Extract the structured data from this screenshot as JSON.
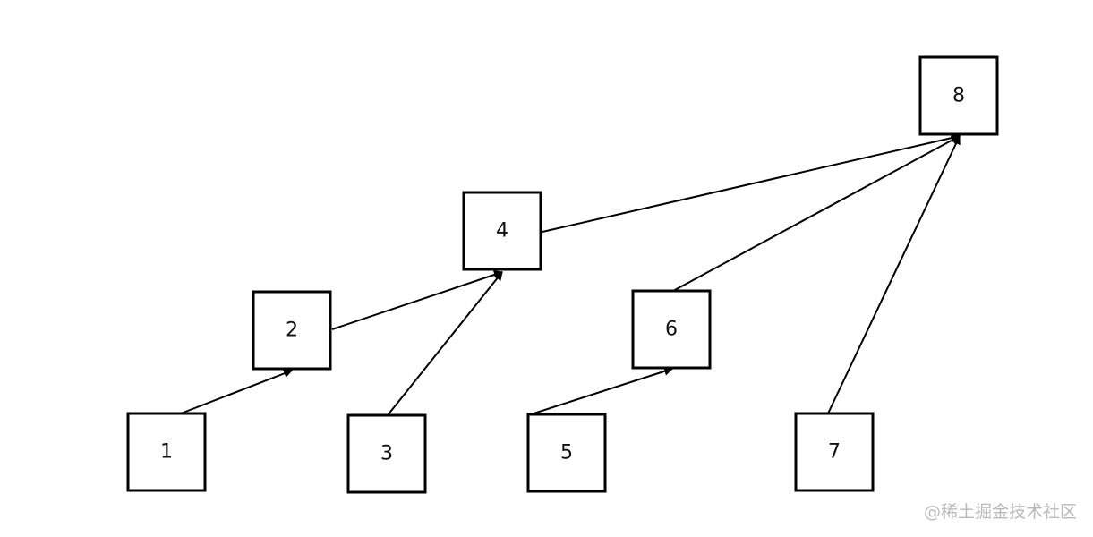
{
  "nodes": [
    {
      "id": "n1",
      "label": "1"
    },
    {
      "id": "n2",
      "label": "2"
    },
    {
      "id": "n3",
      "label": "3"
    },
    {
      "id": "n4",
      "label": "4"
    },
    {
      "id": "n5",
      "label": "5"
    },
    {
      "id": "n6",
      "label": "6"
    },
    {
      "id": "n7",
      "label": "7"
    },
    {
      "id": "n8",
      "label": "8"
    }
  ],
  "edges": [
    {
      "from": "n1",
      "to": "n2"
    },
    {
      "from": "n2",
      "to": "n4"
    },
    {
      "from": "n3",
      "to": "n4"
    },
    {
      "from": "n4",
      "to": "n8"
    },
    {
      "from": "n5",
      "to": "n6"
    },
    {
      "from": "n6",
      "to": "n8"
    },
    {
      "from": "n7",
      "to": "n8"
    }
  ],
  "watermark": "@稀土掘金技术社区"
}
